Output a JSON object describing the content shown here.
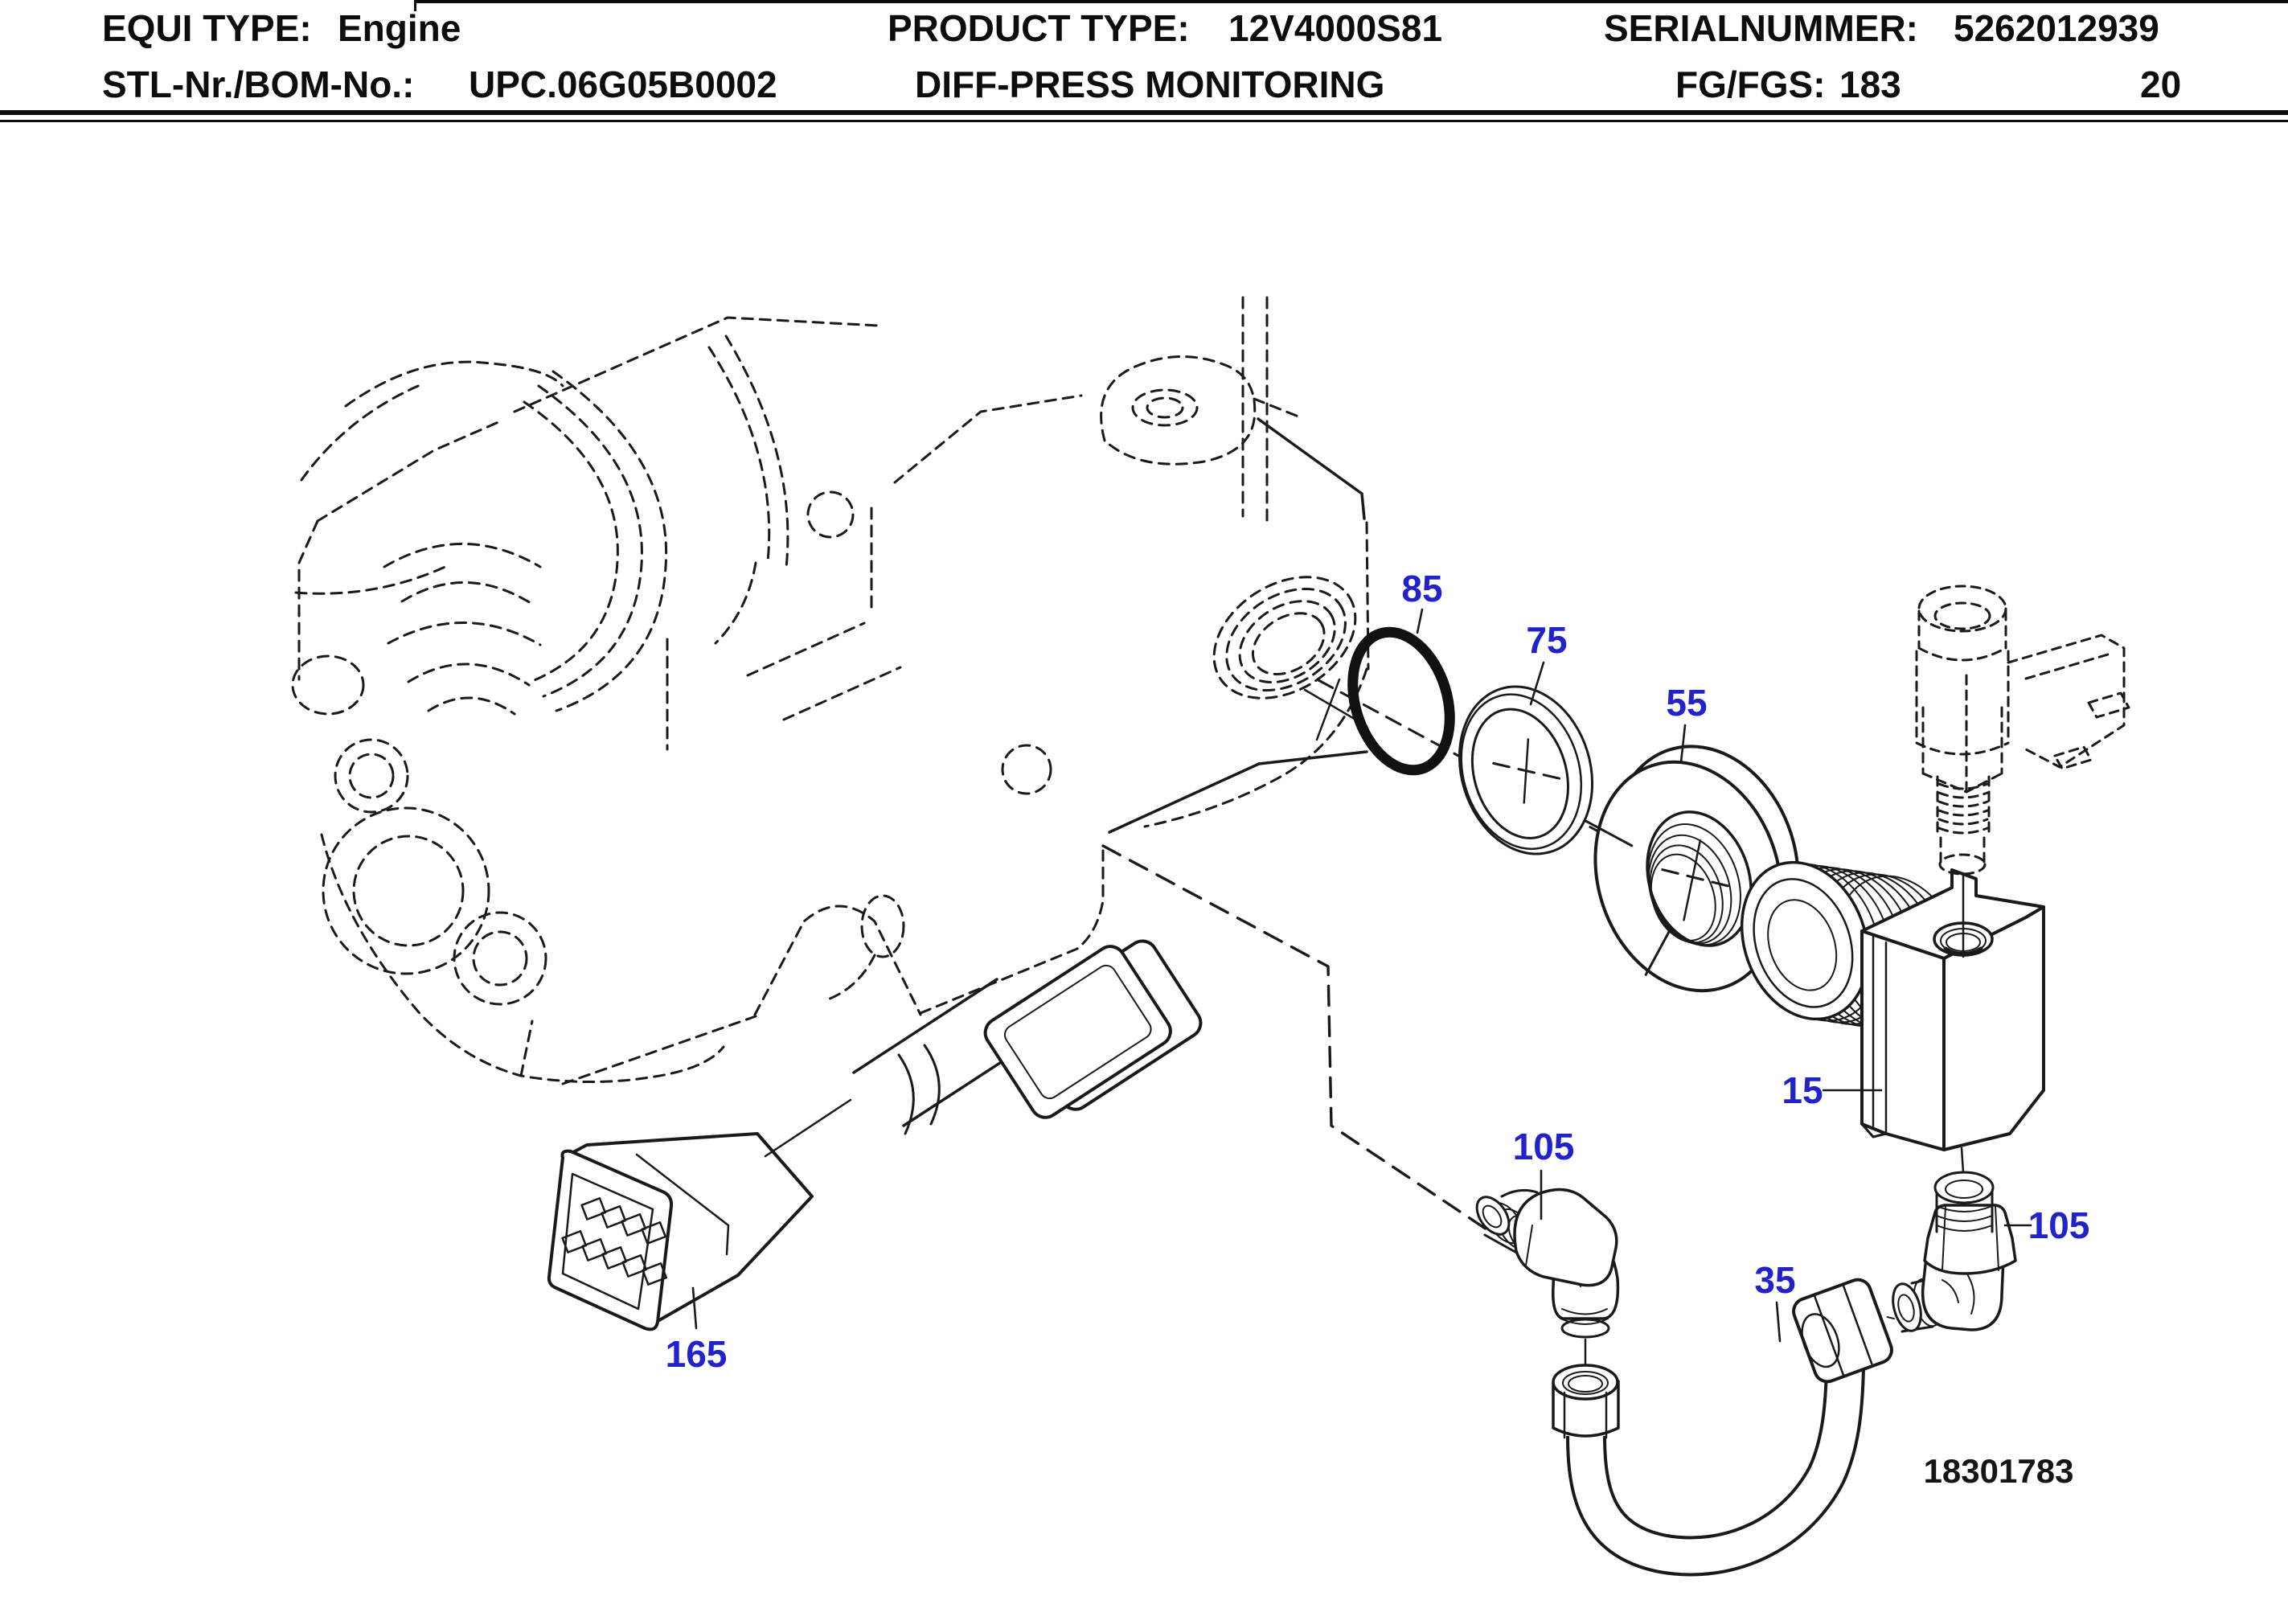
{
  "header": {
    "equi_type_label": "EQUI TYPE:",
    "equi_type_value": "Engine",
    "product_type_label": "PRODUCT TYPE:",
    "product_type_value": "12V4000S81",
    "serial_label": "SERIALNUMMER:",
    "serial_value": "5262012939",
    "bom_label": "STL-Nr./BOM-No.:",
    "bom_value": "UPC.06G05B0002",
    "title": "DIFF-PRESS MONITORING",
    "fg_label": "FG/FGS:",
    "fg_value": "183",
    "page_number": "20"
  },
  "diagram": {
    "drawing_number": "18301783",
    "parts_shown": [
      "15",
      "35",
      "55",
      "75",
      "85",
      "105",
      "165"
    ],
    "callouts": {
      "c85": "85",
      "c75": "75",
      "c55": "55",
      "c15": "15",
      "c105_left": "105",
      "c105_right": "105",
      "c35": "35",
      "c165": "165"
    },
    "colors": {
      "callout_blue": "#2222CC",
      "line_black": "#1A1A1A",
      "background": "#FFFFFF"
    }
  }
}
